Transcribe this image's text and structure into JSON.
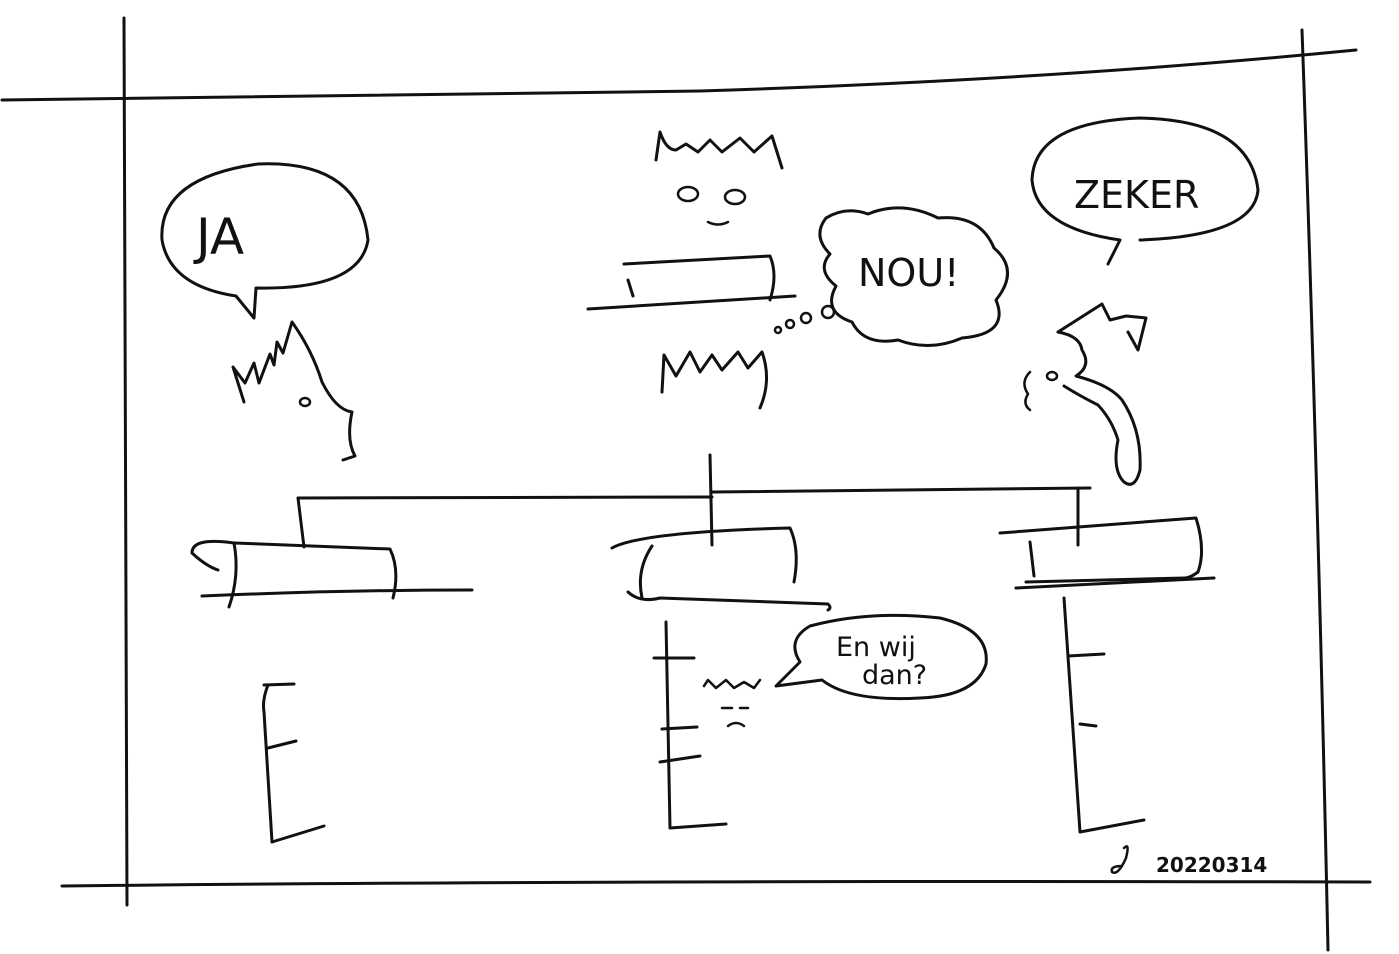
{
  "speech": {
    "left": "JA",
    "center": "NOU!",
    "right": "ZEKER",
    "bottom_line1": "En wij",
    "bottom_line2": "dan?"
  },
  "signature": {
    "date": "20220314"
  },
  "ink_color": "#111111"
}
